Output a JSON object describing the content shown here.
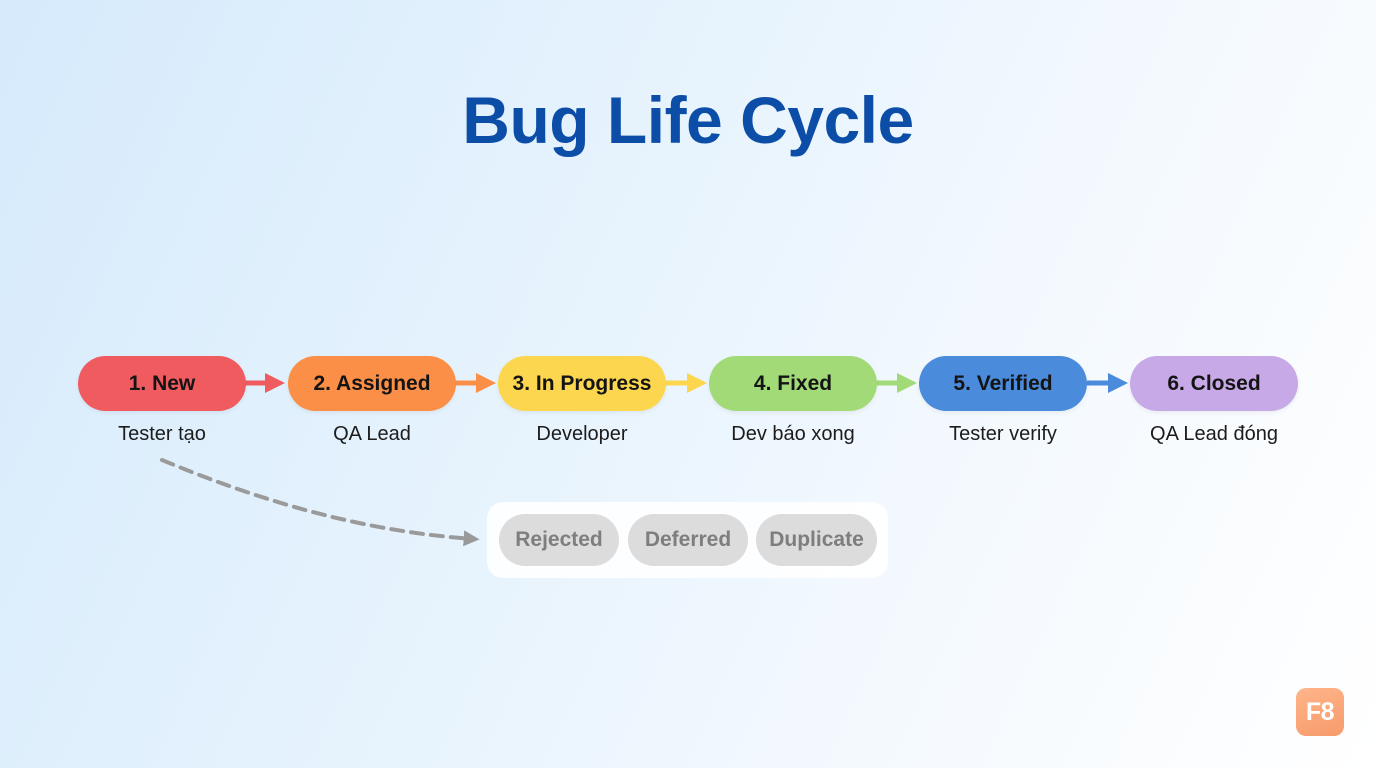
{
  "title": "Bug Life Cycle",
  "stages": [
    {
      "label": "1. New",
      "actor": "Tester tạo",
      "color": "#ef5b5f"
    },
    {
      "label": "2. Assigned",
      "actor": "QA Lead",
      "color": "#fb8f47"
    },
    {
      "label": "3. In Progress",
      "actor": "Developer",
      "color": "#fdd64f"
    },
    {
      "label": "4. Fixed",
      "actor": "Dev báo xong",
      "color": "#a2da78"
    },
    {
      "label": "5. Verified",
      "actor": "Tester verify",
      "color": "#4a8bdb"
    },
    {
      "label": "6. Closed",
      "actor": "QA Lead đóng",
      "color": "#c6a9e6"
    }
  ],
  "terminal_states": [
    "Rejected",
    "Deferred",
    "Duplicate"
  ],
  "logo": "F8"
}
